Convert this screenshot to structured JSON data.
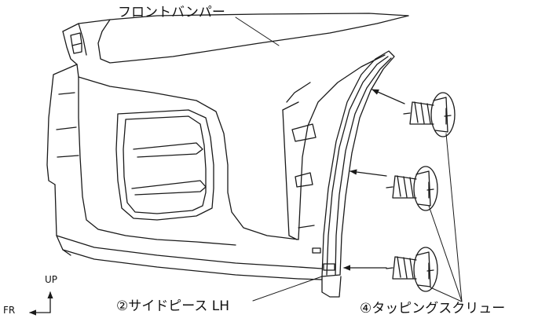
{
  "labels": {
    "front_bumper": "フロントバンパー",
    "side_piece": "②サイドピース LH",
    "tapping_screw": "④タッピングスクリュー",
    "direction_up": "UP",
    "direction_fr": "FR"
  },
  "colors": {
    "line": "#1a1a1a",
    "background": "#ffffff"
  }
}
